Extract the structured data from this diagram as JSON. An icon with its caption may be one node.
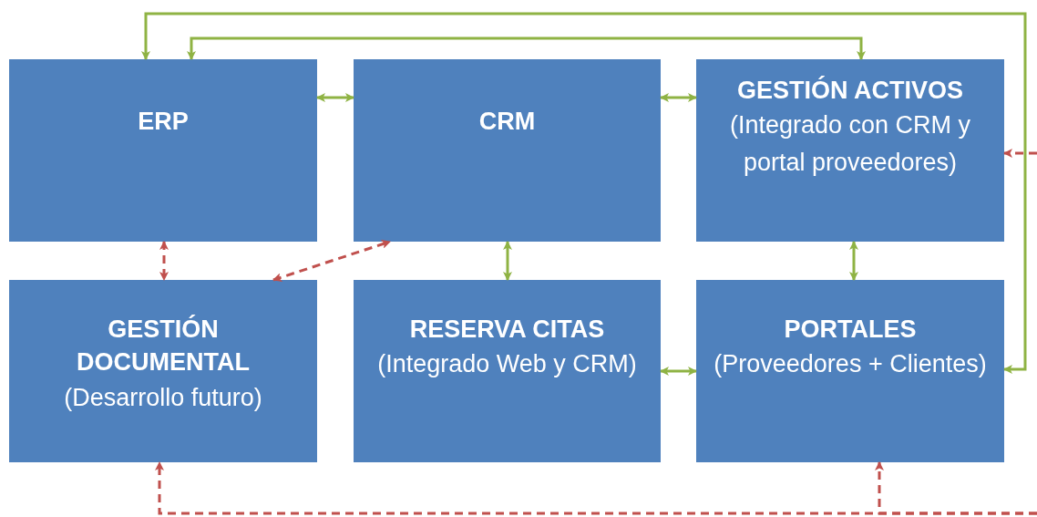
{
  "diagram": {
    "nodes": [
      {
        "text": [
          "ERP"
        ]
      },
      {
        "text": [
          "CRM"
        ]
      },
      {
        "text": [
          "GESTIÓN ACTIVOS",
          "(Integrado con CRM y portal proveedores)"
        ]
      },
      {
        "text": [
          "GESTIÓN DOCUMENTAL",
          "(Desarrollo futuro)"
        ]
      },
      {
        "text": [
          "RESERVA CITAS",
          "(Integrado Web y CRM)"
        ]
      },
      {
        "text": [
          "PORTALES",
          "(Proveedores + Clientes)"
        ]
      }
    ],
    "edges": [
      {
        "from": 0,
        "to": 5,
        "arrow": "both"
      },
      {
        "from": 0,
        "to": 2,
        "arrow": "both"
      },
      {
        "from": 0,
        "to": 1,
        "arrow": "both"
      },
      {
        "from": 1,
        "to": 2,
        "arrow": "both"
      },
      {
        "from": 1,
        "to": 4,
        "arrow": "both"
      },
      {
        "from": 2,
        "to": 5,
        "arrow": "both"
      },
      {
        "from": 4,
        "to": 5,
        "arrow": "both"
      },
      {
        "from": 0,
        "to": 3,
        "arrow": "both",
        "style": "dashed",
        "color": "#c0504d"
      },
      {
        "from": 3,
        "to": 1,
        "arrow": "both",
        "style": "dashed",
        "color": "#c0504d"
      },
      {
        "from": null,
        "to": 2,
        "arrow": "to",
        "style": "dashed",
        "color": "#c0504d"
      },
      {
        "from": null,
        "to": 3,
        "arrow": "to",
        "style": "dashed",
        "color": "#c0504d"
      },
      {
        "from": null,
        "to": 5,
        "arrow": "to",
        "style": "dashed",
        "color": "#c0504d"
      }
    ]
  }
}
